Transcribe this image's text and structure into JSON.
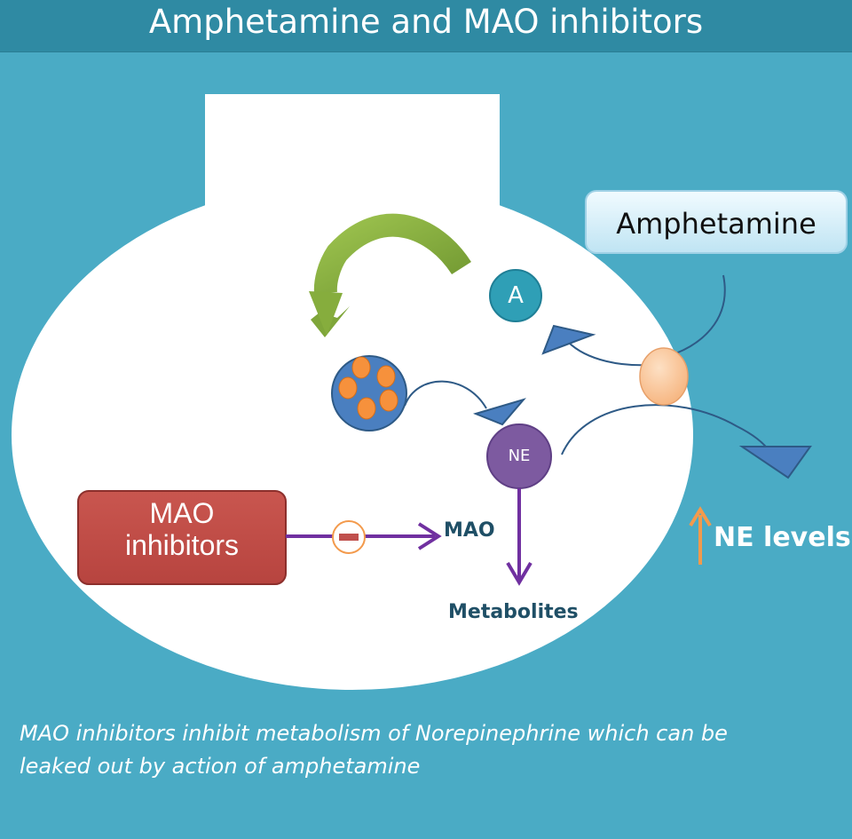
{
  "title": "Amphetamine and MAO inhibitors",
  "labels": {
    "amphetamine": "Amphetamine",
    "mao_inhibitors_line1": "MAO",
    "mao_inhibitors_line2": "inhibitors",
    "a": "A",
    "ne": "NE",
    "mao": "MAO",
    "metabolites": "Metabolites",
    "ne_levels": "NE levels"
  },
  "caption_line1": "MAO inhibitors inhibit metabolism of Norepinephrine which can be",
  "caption_line2": "leaked out by action of amphetamine",
  "colors": {
    "background": "#4aabc5",
    "title_bar": "#2f8aa3",
    "neuron": "#ffffff",
    "arrow_blue": "#4a7fc0",
    "arrow_purple": "#7030a0",
    "arrow_green": "#7fa63a",
    "arrow_orange": "#f39a4c",
    "mao_box": "#c0504d",
    "ne_circle": "#7d5aa0",
    "a_circle": "#2f9fb6",
    "transporter": "#fbc79c"
  }
}
